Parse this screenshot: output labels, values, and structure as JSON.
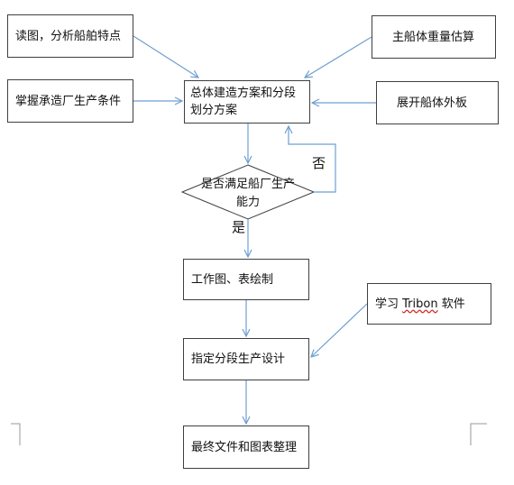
{
  "nodes": {
    "read_drawings": "读图，分析船舶特点",
    "hull_weight": "主船体重量估算",
    "shipyard_conditions": "掌握承造厂生产条件",
    "overall_plan": "总体建造方案和分段划分方案",
    "hull_plate": "展开船体外板",
    "decision": "是否满足船厂生产能力",
    "work_drawings": "工作图、表绘制",
    "tribon_prefix": "学习",
    "tribon_word": "Tribon",
    "tribon_suffix": "软件",
    "section_design": "指定分段生产设计",
    "final_docs": "最终文件和图表整理"
  },
  "labels": {
    "no": "否",
    "yes": "是"
  },
  "colors": {
    "arrow": "#6e9fd0",
    "border": "#3f3f3f",
    "text": "#111111",
    "spellcheck": "#d0302b"
  }
}
